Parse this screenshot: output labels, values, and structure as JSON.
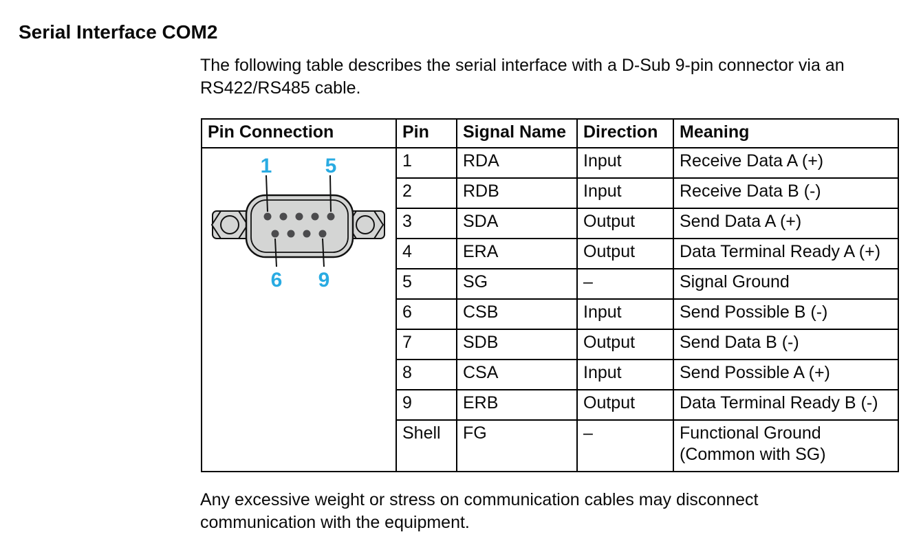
{
  "document": {
    "title": "Serial Interface COM2",
    "intro": "The following table describes the serial interface with a D-Sub 9-pin connector via an RS422/RS485 cable.",
    "note": "Any excessive weight or stress on communication cables may disconnect communication with the equipment."
  },
  "pin_table": {
    "headers": {
      "pin_connection": "Pin Connection",
      "pin": "Pin",
      "signal_name": "Signal Name",
      "direction": "Direction",
      "meaning": "Meaning"
    },
    "rows": [
      {
        "pin": "1",
        "signal": "RDA",
        "direction": "Input",
        "meaning": "Receive Data A (+)"
      },
      {
        "pin": "2",
        "signal": "RDB",
        "direction": "Input",
        "meaning": "Receive Data B (-)"
      },
      {
        "pin": "3",
        "signal": "SDA",
        "direction": "Output",
        "meaning": "Send Data A (+)"
      },
      {
        "pin": "4",
        "signal": "ERA",
        "direction": "Output",
        "meaning": "Data Terminal Ready A (+)"
      },
      {
        "pin": "5",
        "signal": "SG",
        "direction": "–",
        "meaning": "Signal Ground"
      },
      {
        "pin": "6",
        "signal": "CSB",
        "direction": "Input",
        "meaning": "Send Possible B (-)"
      },
      {
        "pin": "7",
        "signal": "SDB",
        "direction": "Output",
        "meaning": "Send Data B (-)"
      },
      {
        "pin": "8",
        "signal": "CSA",
        "direction": "Input",
        "meaning": "Send Possible A (+)"
      },
      {
        "pin": "9",
        "signal": "ERB",
        "direction": "Output",
        "meaning": "Data Terminal Ready B (-)"
      },
      {
        "pin": "Shell",
        "signal": "FG",
        "direction": "–",
        "meaning": "Functional Ground (Common with SG)"
      }
    ]
  },
  "connector_diagram": {
    "type": "d-sub-9-pin-connector",
    "pin_labels": [
      "1",
      "5",
      "6",
      "9"
    ],
    "colors": {
      "label_blue": "#29ABE2",
      "body_gray": "#D4D5D4",
      "pin_dot_gray": "#4B4B4D",
      "outline_black": "#111111"
    }
  }
}
